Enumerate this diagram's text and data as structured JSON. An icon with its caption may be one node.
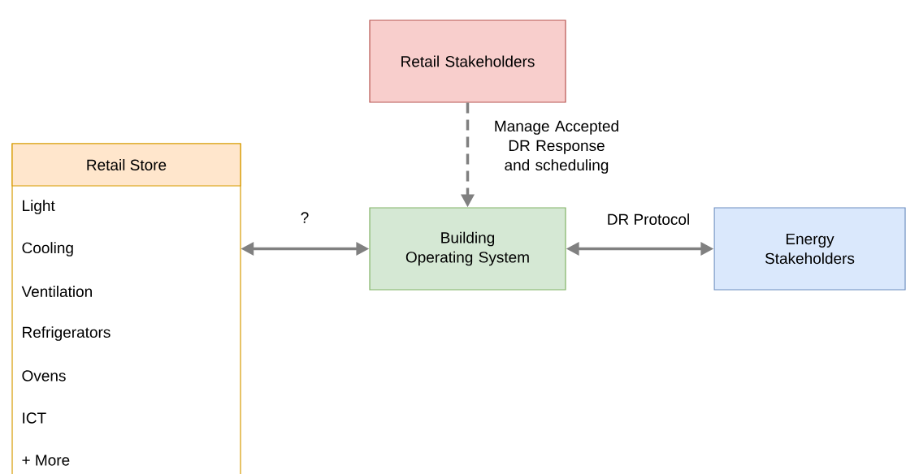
{
  "diagram": {
    "nodes": [
      {
        "text": [
          "Retail Store",
          "Light",
          "Cooling",
          "Ventilation",
          "Refrigerators",
          "Ovens",
          "ICT",
          "+ More"
        ]
      },
      {
        "text": [
          "Retail Stakeholders"
        ]
      },
      {
        "text": [
          "Building Operating System"
        ]
      },
      {
        "text": [
          "Energy Stakeholders"
        ]
      }
    ],
    "edges": [
      {
        "from": 1,
        "to": 2,
        "arrow": "to",
        "label": "Manage Accepted DR Response and scheduling",
        "style": "dashed"
      },
      {
        "from": 0,
        "to": 2,
        "arrow": "both",
        "label": "?"
      },
      {
        "from": 2,
        "to": 3,
        "arrow": "both",
        "label": "DR Protocol"
      }
    ]
  }
}
